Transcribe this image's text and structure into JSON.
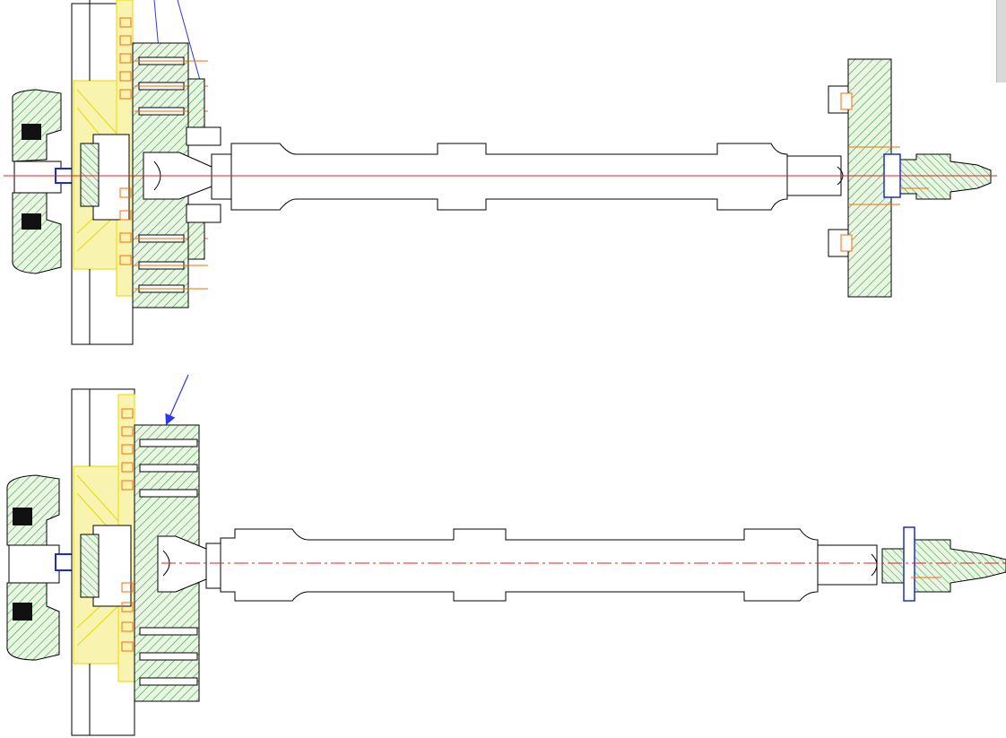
{
  "drawing": {
    "colors": {
      "background": "#ffffff",
      "outline": "#000000",
      "hatch": "#3a9a3a",
      "hatch_fill": "#eaf6e4",
      "highlight": "#f4f09a",
      "highlight_line": "#e7d700",
      "centerline": "#e02020",
      "arrow": "#2a33ff",
      "fastener": "#ff6a00",
      "nut": "#1b2bd8",
      "bearing": "#111111"
    },
    "views": [
      {
        "name": "upper-assembly-view",
        "centerline_style": "solid"
      },
      {
        "name": "lower-assembly-view",
        "centerline_style": "dash-dot"
      }
    ],
    "icons": [
      "leader-arrow-icon"
    ]
  }
}
